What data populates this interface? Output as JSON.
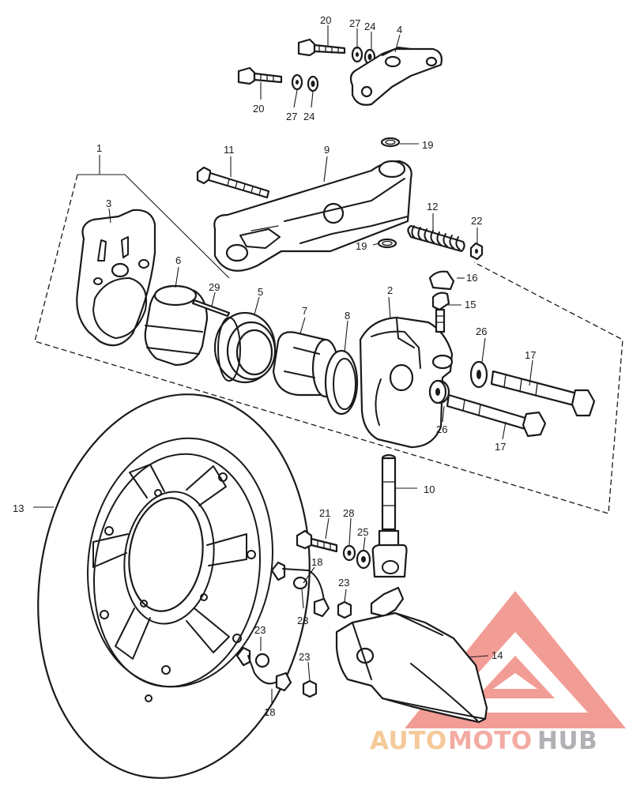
{
  "callouts": [
    {
      "id": "c20a",
      "text": "20"
    },
    {
      "id": "c27a",
      "text": "27"
    },
    {
      "id": "c24a",
      "text": "24"
    },
    {
      "id": "c4",
      "text": "4"
    },
    {
      "id": "c20b",
      "text": "20"
    },
    {
      "id": "c27b",
      "text": "27"
    },
    {
      "id": "c24b",
      "text": "24"
    },
    {
      "id": "c19a",
      "text": "19"
    },
    {
      "id": "c1",
      "text": "1"
    },
    {
      "id": "c11",
      "text": "11"
    },
    {
      "id": "c9",
      "text": "9"
    },
    {
      "id": "c3",
      "text": "3"
    },
    {
      "id": "c12",
      "text": "12"
    },
    {
      "id": "c22",
      "text": "22"
    },
    {
      "id": "c19b",
      "text": "19"
    },
    {
      "id": "c6",
      "text": "6"
    },
    {
      "id": "c29",
      "text": "29"
    },
    {
      "id": "c5",
      "text": "5"
    },
    {
      "id": "c16",
      "text": "16"
    },
    {
      "id": "c2",
      "text": "2"
    },
    {
      "id": "c15",
      "text": "15"
    },
    {
      "id": "c7",
      "text": "7"
    },
    {
      "id": "c8",
      "text": "8"
    },
    {
      "id": "c26a",
      "text": "26"
    },
    {
      "id": "c17a",
      "text": "17"
    },
    {
      "id": "c26b",
      "text": "26"
    },
    {
      "id": "c17b",
      "text": "17"
    },
    {
      "id": "c10",
      "text": "10"
    },
    {
      "id": "c13",
      "text": "13"
    },
    {
      "id": "c21",
      "text": "21"
    },
    {
      "id": "c28",
      "text": "28"
    },
    {
      "id": "c25",
      "text": "25"
    },
    {
      "id": "c18a",
      "text": "18"
    },
    {
      "id": "c23a",
      "text": "23"
    },
    {
      "id": "c23b",
      "text": "23"
    },
    {
      "id": "c23c",
      "text": "23"
    },
    {
      "id": "c14",
      "text": "14"
    },
    {
      "id": "c23d",
      "text": "23"
    },
    {
      "id": "c18b",
      "text": "18"
    }
  ],
  "watermark": {
    "word_part1": "AUTO",
    "word_part2": "MOTO",
    "word_part3": "HUB",
    "color_1": "#f4c48f",
    "color_2": "#f2a29a",
    "color_3": "#a7a9ac",
    "triangle_color": "#f08b84"
  }
}
